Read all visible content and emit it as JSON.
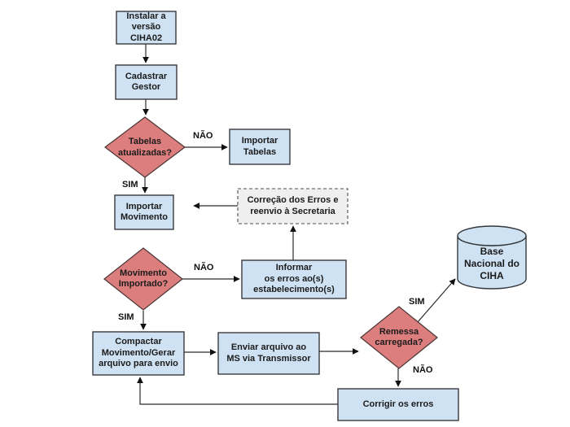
{
  "colors": {
    "background": "#ffffff",
    "box_fill": "#cfe2f3",
    "diamond_fill": "#dd7e7e",
    "dashed_fill": "#efefef",
    "line": "#2b2b2b",
    "text": "#1b1b1b"
  },
  "nodes": {
    "instalar": {
      "label": "Instalar a\nversão\nCIHA02"
    },
    "cadastrar": {
      "label": "Cadastrar\nGestor"
    },
    "tabelas": {
      "label": "Tabelas\natualizadas?"
    },
    "importar_tabelas": {
      "label": "Importar\nTabelas"
    },
    "importar_movimento": {
      "label": "Importar\nMovimento"
    },
    "correcao": {
      "label": "Correção dos Erros e\nreenvio à Secretaria"
    },
    "movimento": {
      "label": "Movimento\nImportado?"
    },
    "informar": {
      "label": "Informar\nos erros ao(s)\nestabelecimento(s)"
    },
    "compactar": {
      "label": "Compactar\nMovimento/Gerar\narquivo para envio"
    },
    "enviar": {
      "label": "Enviar arquivo ao\nMS via Transmissor"
    },
    "remessa": {
      "label": "Remessa\ncarregada?"
    },
    "base_nacional": {
      "label": "Base\nNacional do\nCIHA"
    },
    "corrigir": {
      "label": "Corrigir os erros"
    }
  },
  "edge_labels": {
    "tabelas_nao": "NÃO",
    "tabelas_sim": "SIM",
    "movimento_nao": "NÃO",
    "movimento_sim": "SIM",
    "remessa_sim": "SIM",
    "remessa_nao": "NÃO"
  }
}
